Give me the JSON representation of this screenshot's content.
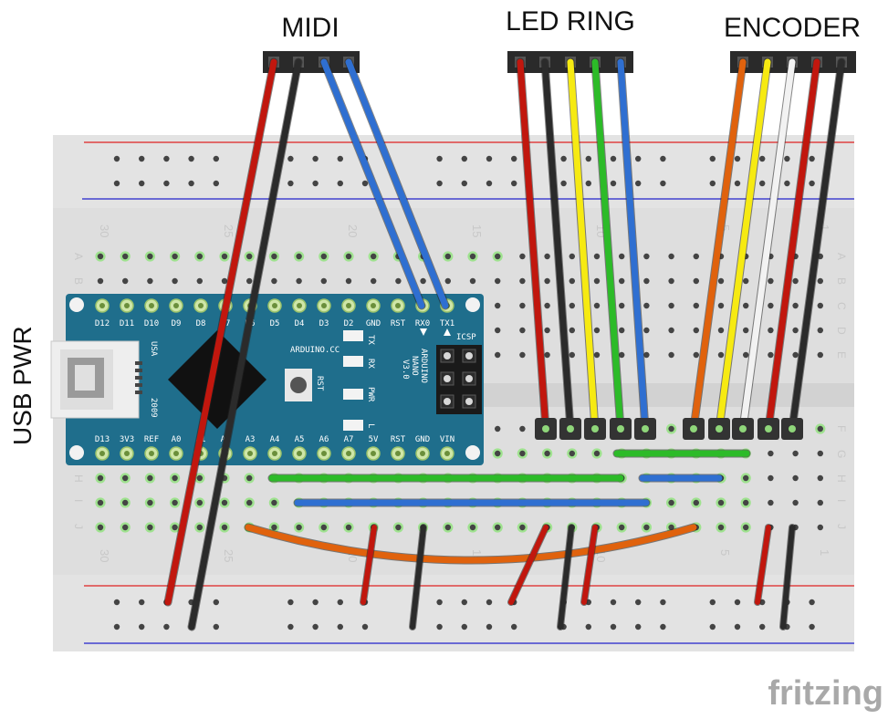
{
  "headers": {
    "midi": "MIDI",
    "led_ring": "LED RING",
    "encoder": "ENCODER"
  },
  "side_label": "USB PWR",
  "watermark": "fritzing",
  "breadboard": {
    "col_numbers_top": [
      "30",
      "25",
      "20",
      "15",
      "10",
      "5",
      "1"
    ],
    "col_numbers_bottom": [
      "30",
      "25",
      "20",
      "15",
      "10",
      "5",
      "1"
    ],
    "row_letters_top": [
      "A",
      "B",
      "C",
      "D",
      "E"
    ],
    "row_letters_bottom": [
      "F",
      "G",
      "H",
      "I",
      "J"
    ]
  },
  "arduino": {
    "top_pins": [
      "D12",
      "D11",
      "D10",
      "D9",
      "D8",
      "D7",
      "D6",
      "D5",
      "D4",
      "D3",
      "D2",
      "GND",
      "RST",
      "RX0",
      "TX1"
    ],
    "bottom_pins": [
      "D13",
      "3V3",
      "REF",
      "A0",
      "A1",
      "A2",
      "A3",
      "A4",
      "A5",
      "A6",
      "A7",
      "5V",
      "RST",
      "GND",
      "VIN"
    ],
    "site": "ARDUINO.CC",
    "name_lines": [
      "ARDUINO",
      "NANO",
      "V3.0"
    ],
    "usa": "USA",
    "year": "2009",
    "leds": [
      "TX",
      "RX",
      "PWR",
      "L"
    ],
    "rst": "RST",
    "icsp": "ICSP"
  },
  "colors": {
    "red": "#c1170e",
    "black": "#2b2b2b",
    "blue": "#2f6fd1",
    "yellow": "#f6ea12",
    "green": "#2cbb28",
    "orange": "#e0620d",
    "white": "#f2f2f2",
    "board": "#1f6e8c",
    "bb": "#dcdcdc"
  }
}
